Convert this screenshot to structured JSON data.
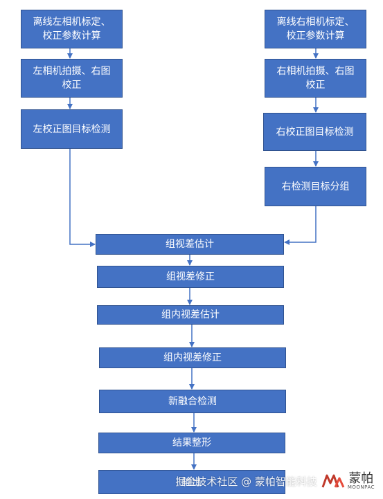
{
  "boxes": {
    "left_calib": "离线左相机标定、\n校正参数计算",
    "left_capture": "左相机拍摄、右图\n校正",
    "left_detect": "左校正图目标检测",
    "right_calib": "离线右相机标定、\n校正参数计算",
    "right_capture": "右相机拍摄、右图\n校正",
    "right_detect": "右校正图目标检测",
    "right_group": "右检测目标分组",
    "group_disparity_est": "组视差估计",
    "group_disparity_fix": "组视差修正",
    "intra_disparity_est": "组内视差估计",
    "intra_disparity_fix": "组内视差修正",
    "new_fusion_detect": "新融合检测",
    "result_shaping": "结果整形",
    "output": "输出"
  },
  "watermark": {
    "text": "掘金技术社区 @ 蒙帕智能科技",
    "brand_cn": "蒙帕",
    "brand_en": "MOONPAC"
  },
  "colors": {
    "box_fill": "#4472c4",
    "box_border": "#2f528f",
    "arrow": "#4472c4"
  }
}
